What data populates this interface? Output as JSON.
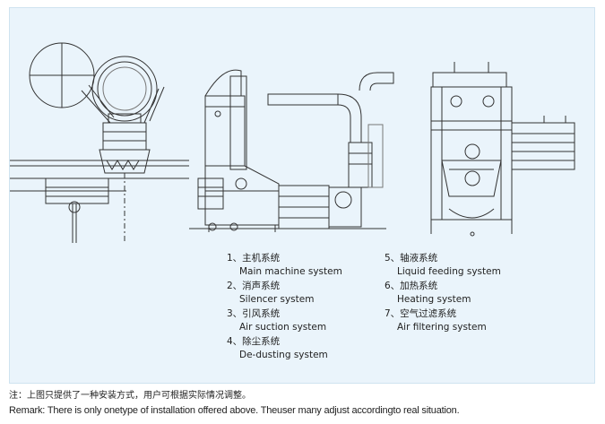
{
  "legend": {
    "column1": [
      {
        "zh": "1、主机系统",
        "en": "Main machine system"
      },
      {
        "zh": "2、消声系统",
        "en": "Silencer system"
      },
      {
        "zh": "3、引风系统",
        "en": "Air suction system"
      },
      {
        "zh": "4、除尘系统",
        "en": "De-dusting system"
      }
    ],
    "column2": [
      {
        "zh": "5、轴液系统",
        "en": "Liquid feeding system"
      },
      {
        "zh": "6、加热系统",
        "en": "Heating system"
      },
      {
        "zh": "7、空气过滤系统",
        "en": "Air filtering system"
      }
    ]
  },
  "notes": {
    "zh": "注：上图只提供了一种安装方式，用户可根据实际情况调整。",
    "en": "Remark: There is only onetype of installation offered above. Theuser many adjust accordingto real situation."
  }
}
